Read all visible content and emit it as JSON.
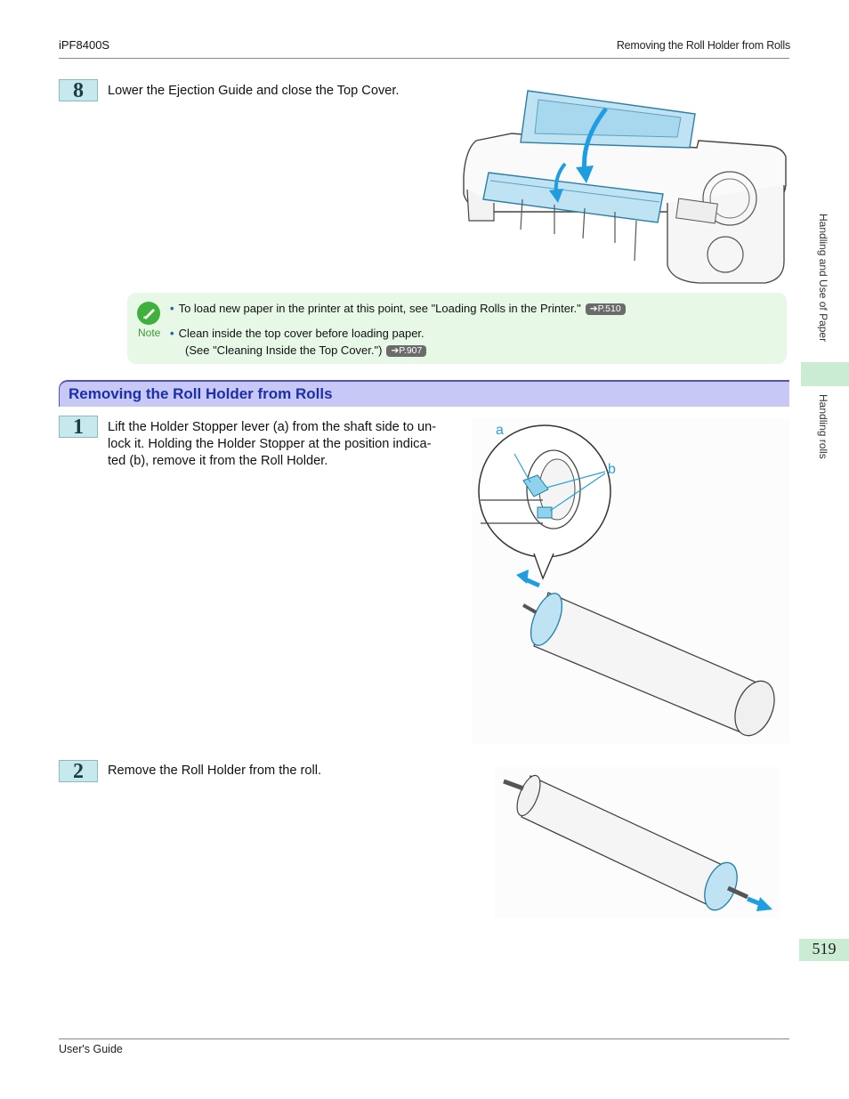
{
  "header": {
    "model": "iPF8400S",
    "section_title": "Removing the Roll Holder from Rolls"
  },
  "step8": {
    "number": "8",
    "text": "Lower the Ejection Guide and close the Top Cover."
  },
  "note": {
    "label": "Note",
    "items": [
      {
        "text": "To load new paper in the printer at this point, see \"Loading Rolls in the Printer.\"",
        "ref": "➔P.510"
      },
      {
        "text": "Clean inside the top cover before loading paper.",
        "sub": "(See \"Cleaning Inside the Top Cover.\")",
        "ref": "➔P.907"
      }
    ]
  },
  "section": {
    "title": "Removing the Roll Holder from Rolls"
  },
  "step1": {
    "number": "1",
    "lines": [
      "Lift the Holder Stopper lever (a) from the shaft side to un-",
      "lock it. Holding the Holder Stopper at the position indica-",
      "ted (b), remove it from the Roll Holder."
    ],
    "callout_a": "a",
    "callout_b": "b"
  },
  "step2": {
    "number": "2",
    "text": "Remove the Roll Holder from the roll."
  },
  "sidebar": {
    "chapter": "Handling and Use of Paper",
    "subsection": "Handling rolls"
  },
  "page_number": "519",
  "footer": "User's Guide"
}
